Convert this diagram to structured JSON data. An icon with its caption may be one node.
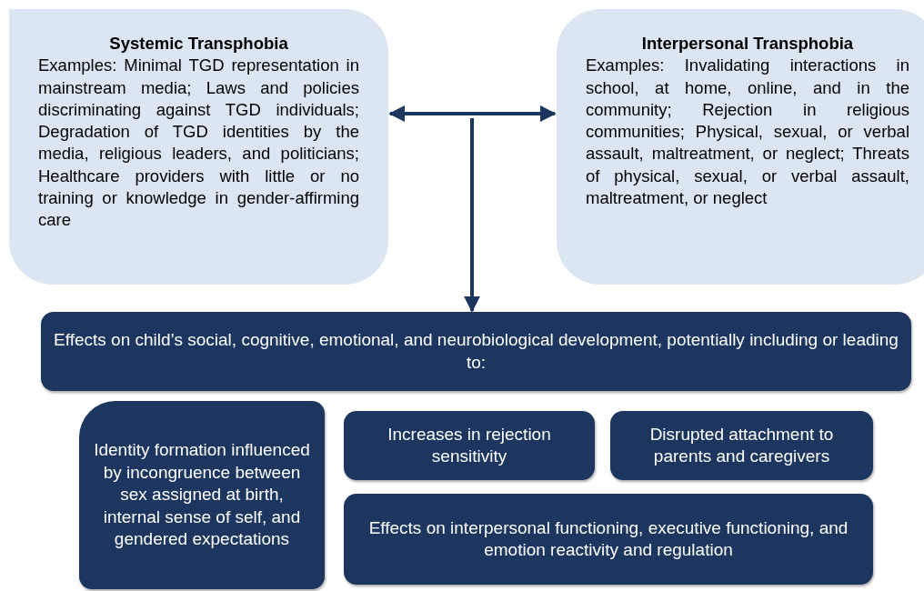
{
  "diagram": {
    "nodes": [
      {
        "text": [
          "Systemic Transphobia",
          "Examples: Minimal TGD representation in mainstream media; Laws and policies discriminating against TGD individuals; Degradation of TGD identities by the media, religious leaders, and politicians; Healthcare providers with little or no training or knowledge in gender-affirming care"
        ]
      },
      {
        "text": [
          "Interpersonal Transphobia",
          "Examples: Invalidating interactions in school, at home, online, and in the community; Rejection in religious communities; Physical, sexual, or verbal assault, maltreatment, or neglect; Threats of physical, sexual, or verbal assault, maltreatment, or neglect"
        ]
      },
      {
        "text": [
          "Effects on child’s social, cognitive, emotional, and neurobiological development, potentially including or leading to:"
        ]
      },
      {
        "text": [
          "Identity formation influenced by incongruence between sex assigned at birth, internal sense of self, and gendered expectations"
        ]
      },
      {
        "text": [
          "Increases in rejection sensitivity"
        ]
      },
      {
        "text": [
          "Disrupted attachment to parents and caregivers"
        ]
      },
      {
        "text": [
          "Effects on interpersonal functioning, executive functioning, and emotion reactivity and regulation"
        ]
      }
    ],
    "edges": [
      {
        "from": 0,
        "to": 1,
        "arrow": "both"
      },
      {
        "from": null,
        "to": 2,
        "arrow": "to"
      }
    ]
  }
}
